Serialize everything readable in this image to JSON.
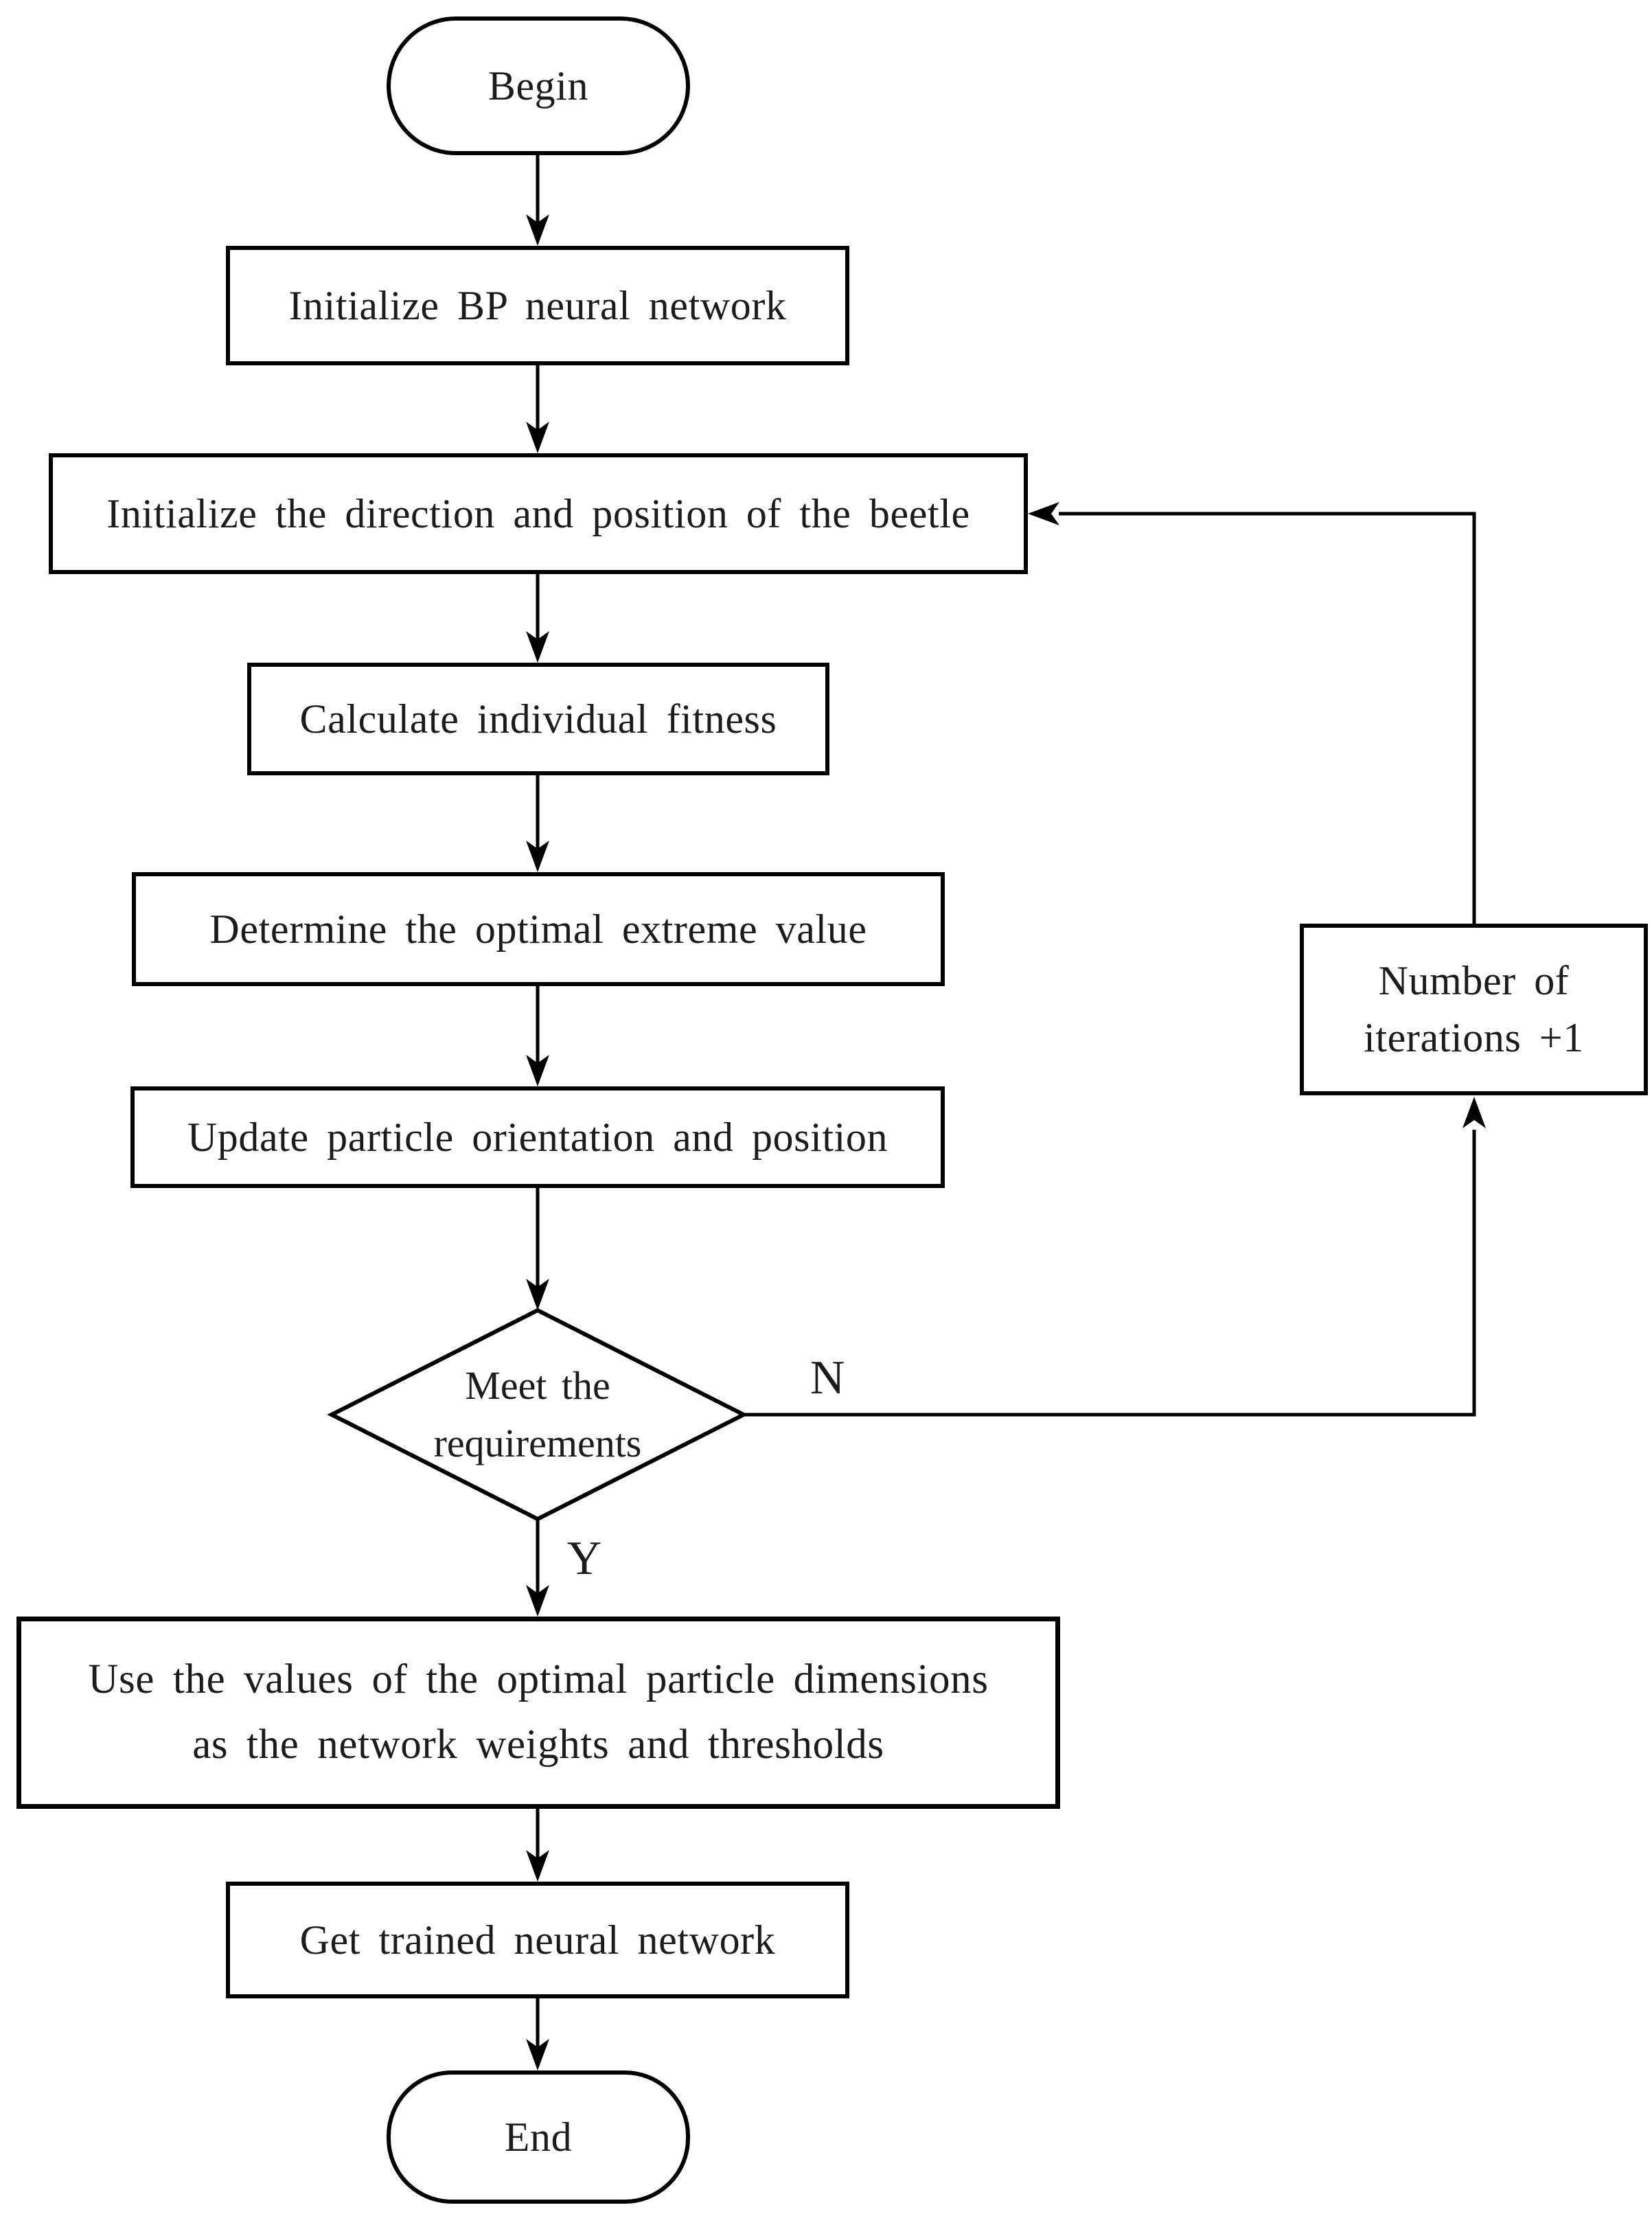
{
  "diagram": {
    "type": "flowchart",
    "nodes": {
      "begin": {
        "label": "Begin",
        "shape": "terminator"
      },
      "init_bp": {
        "label": "Initialize BP neural network",
        "shape": "process"
      },
      "init_beetle": {
        "label": "Initialize the direction and position of the beetle",
        "shape": "process"
      },
      "calc_fitness": {
        "label": "Calculate individual fitness",
        "shape": "process"
      },
      "det_extreme": {
        "label": "Determine the optimal extreme value",
        "shape": "process"
      },
      "update_particle": {
        "label": "Update particle orientation and position",
        "shape": "process"
      },
      "decision": {
        "line1": "Meet the",
        "line2": "requirements",
        "shape": "decision"
      },
      "num_iter": {
        "line1": "Number of",
        "line2": "iterations +1",
        "shape": "process"
      },
      "use_values": {
        "line1": "Use the values of the optimal particle dimensions",
        "line2": "as the network weights and thresholds",
        "shape": "process"
      },
      "get_trained": {
        "label": "Get trained neural network",
        "shape": "process"
      },
      "end": {
        "label": "End",
        "shape": "terminator"
      }
    },
    "edge_labels": {
      "no": "N",
      "yes": "Y"
    },
    "colors": {
      "line": "#000000",
      "text": "#1c1c1c",
      "background": "#ffffff"
    }
  }
}
